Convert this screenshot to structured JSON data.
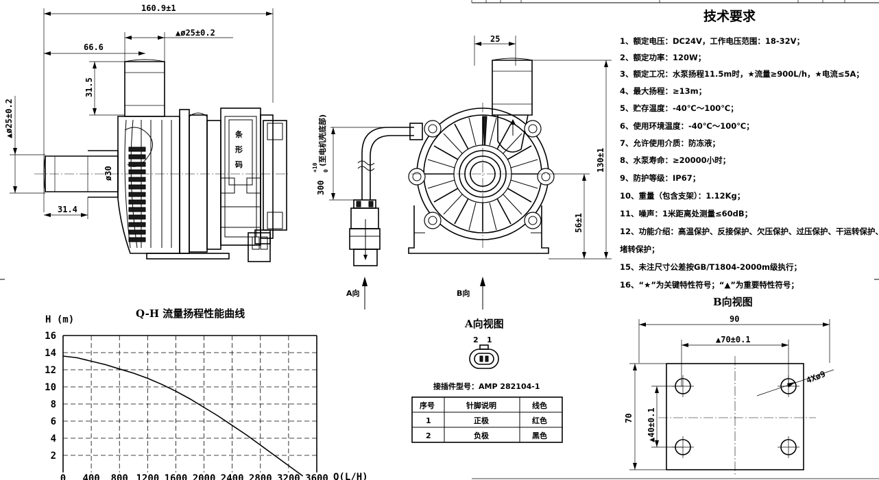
{
  "side_view": {
    "dim_total_length": "160.9±1",
    "dim_outlet_dia": "▲ø25±0.2",
    "dim_outlet_offset": "66.6",
    "dim_outlet_height": "31.5",
    "dim_inlet_dia": "▲ø25±0.2",
    "dim_body_dia": "ø30",
    "dim_inlet_length": "31.4",
    "label_barcode": "条形码",
    "dim_cable_length": "300",
    "dim_cable_tol_upper": "+10",
    "dim_cable_tol_lower": "0",
    "dim_cable_note": "(至电机壳底部)",
    "arrow_a_label": "A向"
  },
  "front_view": {
    "dim_outlet_width": "25",
    "dim_total_height": "130±1",
    "dim_center_height": "56±1",
    "arrow_b_label": "B向"
  },
  "requirements": {
    "title": "技术要求",
    "items": [
      "1、额定电压：DC24V，工作电压范围：18-32V；",
      "2、额定功率：120W；",
      "3、额定工况：水泵扬程11.5m时，★流量≥900L/h，★电流≤5A；",
      "4、最大扬程：≥13m；",
      "5、贮存温度：-40℃～100℃；",
      "6、使用环境温度：-40℃～100℃；",
      "7、允许使用介质：防冻液；",
      "8、水泵寿命：≥20000小时；",
      "9、防护等级：IP67；",
      "10、重量（包含支架）：1.12Kg；",
      "11、噪声：1米距离处测量≤60dB；",
      "12、功能介绍：高温保护、反接保护、欠压保护、过压保护、干运转保护、",
      "堵转保护；",
      "15、未注尺寸公差按GB/T1804-2000m级执行；",
      "16、“★”为关键特性符号；“▲”为重要特性符号；"
    ]
  },
  "a_view": {
    "title": "A向视图",
    "pin_labels": [
      "2",
      "1"
    ],
    "connector_model": "接插件型号：AMP 282104-1",
    "table": {
      "headers": [
        "序号",
        "针脚说明",
        "线色"
      ],
      "rows": [
        [
          "1",
          "正极",
          "红色"
        ],
        [
          "2",
          "负极",
          "黑色"
        ]
      ]
    }
  },
  "b_view": {
    "title": "B向视图",
    "dim_width": "90",
    "dim_hole_spacing_x": "▲70±0.1",
    "dim_height": "70",
    "dim_hole_spacing_y": "▲40±0.1",
    "dim_holes": "4Xø9"
  },
  "chart_data": {
    "type": "line",
    "title": "Q-H 流量扬程性能曲线",
    "ylabel": "H (m)",
    "xlabel": "Q(L/H)",
    "xlim": [
      0,
      3600
    ],
    "ylim": [
      0,
      16
    ],
    "x_ticks": [
      0,
      400,
      800,
      1200,
      1600,
      2000,
      2400,
      2800,
      3200,
      3600
    ],
    "y_ticks": [
      2,
      4,
      6,
      8,
      10,
      12,
      14,
      16
    ],
    "grid": true,
    "series": [
      {
        "x": [
          0,
          200,
          400,
          600,
          800,
          1000,
          1200,
          1400,
          1600,
          1800,
          2000,
          2200,
          2400,
          2600,
          2800,
          3000,
          3200,
          3400
        ],
        "values": [
          13.6,
          13.4,
          13.0,
          12.6,
          12.1,
          11.6,
          11.0,
          10.3,
          9.5,
          8.6,
          7.6,
          6.6,
          5.5,
          4.4,
          3.2,
          2.0,
          0.8,
          -0.4
        ]
      }
    ]
  }
}
